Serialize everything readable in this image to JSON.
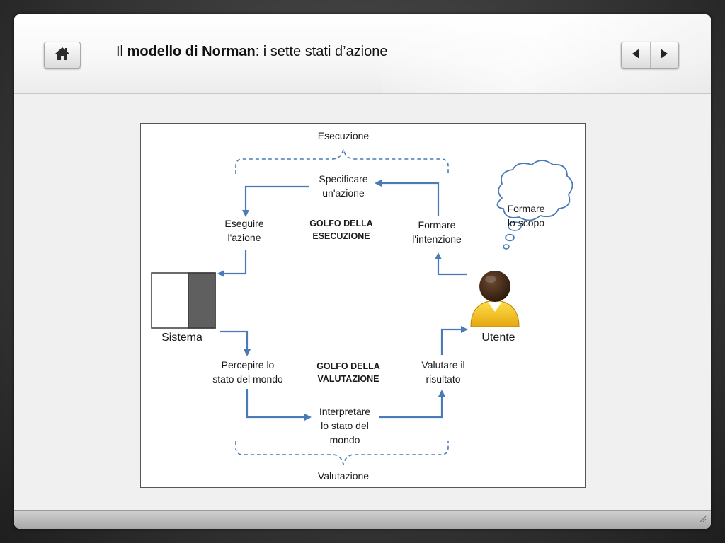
{
  "header": {
    "title_prefix": "Il ",
    "title_bold": "modello di Norman",
    "title_suffix": ": i sette stati d’azione"
  },
  "icons": {
    "home": "home-icon",
    "prev": "arrow-left-icon",
    "next": "arrow-right-icon",
    "resize": "resize-grip-icon"
  },
  "diagram": {
    "execution_label": "Esecuzione",
    "evaluation_label": "Valutazione",
    "specify_line1": "Specificare",
    "specify_line2": "un'azione",
    "execute_line1": "Eseguire",
    "execute_line2": "l'azione",
    "intention_line1": "Formare",
    "intention_line2": "l'intenzione",
    "goal_line1": "Formare",
    "goal_line2": "lo scopo",
    "gulf_exec_line1": "GOLFO DELLA",
    "gulf_exec_line2": "ESECUZIONE",
    "system_label": "Sistema",
    "user_label": "Utente",
    "perceive_line1": "Percepire lo",
    "perceive_line2": "stato del mondo",
    "gulf_eval_line1": "GOLFO DELLA",
    "gulf_eval_line2": "VALUTAZIONE",
    "evaluate_line1": "Valutare il",
    "evaluate_line2": "risultato",
    "interpret_line1": "Interpretare",
    "interpret_line2": "lo stato del",
    "interpret_line3": "mondo",
    "colors": {
      "arrow": "#4a7ab8",
      "system_dark": "#5f5f5f",
      "user_shirt": "#f0c419",
      "user_skin": "#3b2414"
    }
  }
}
